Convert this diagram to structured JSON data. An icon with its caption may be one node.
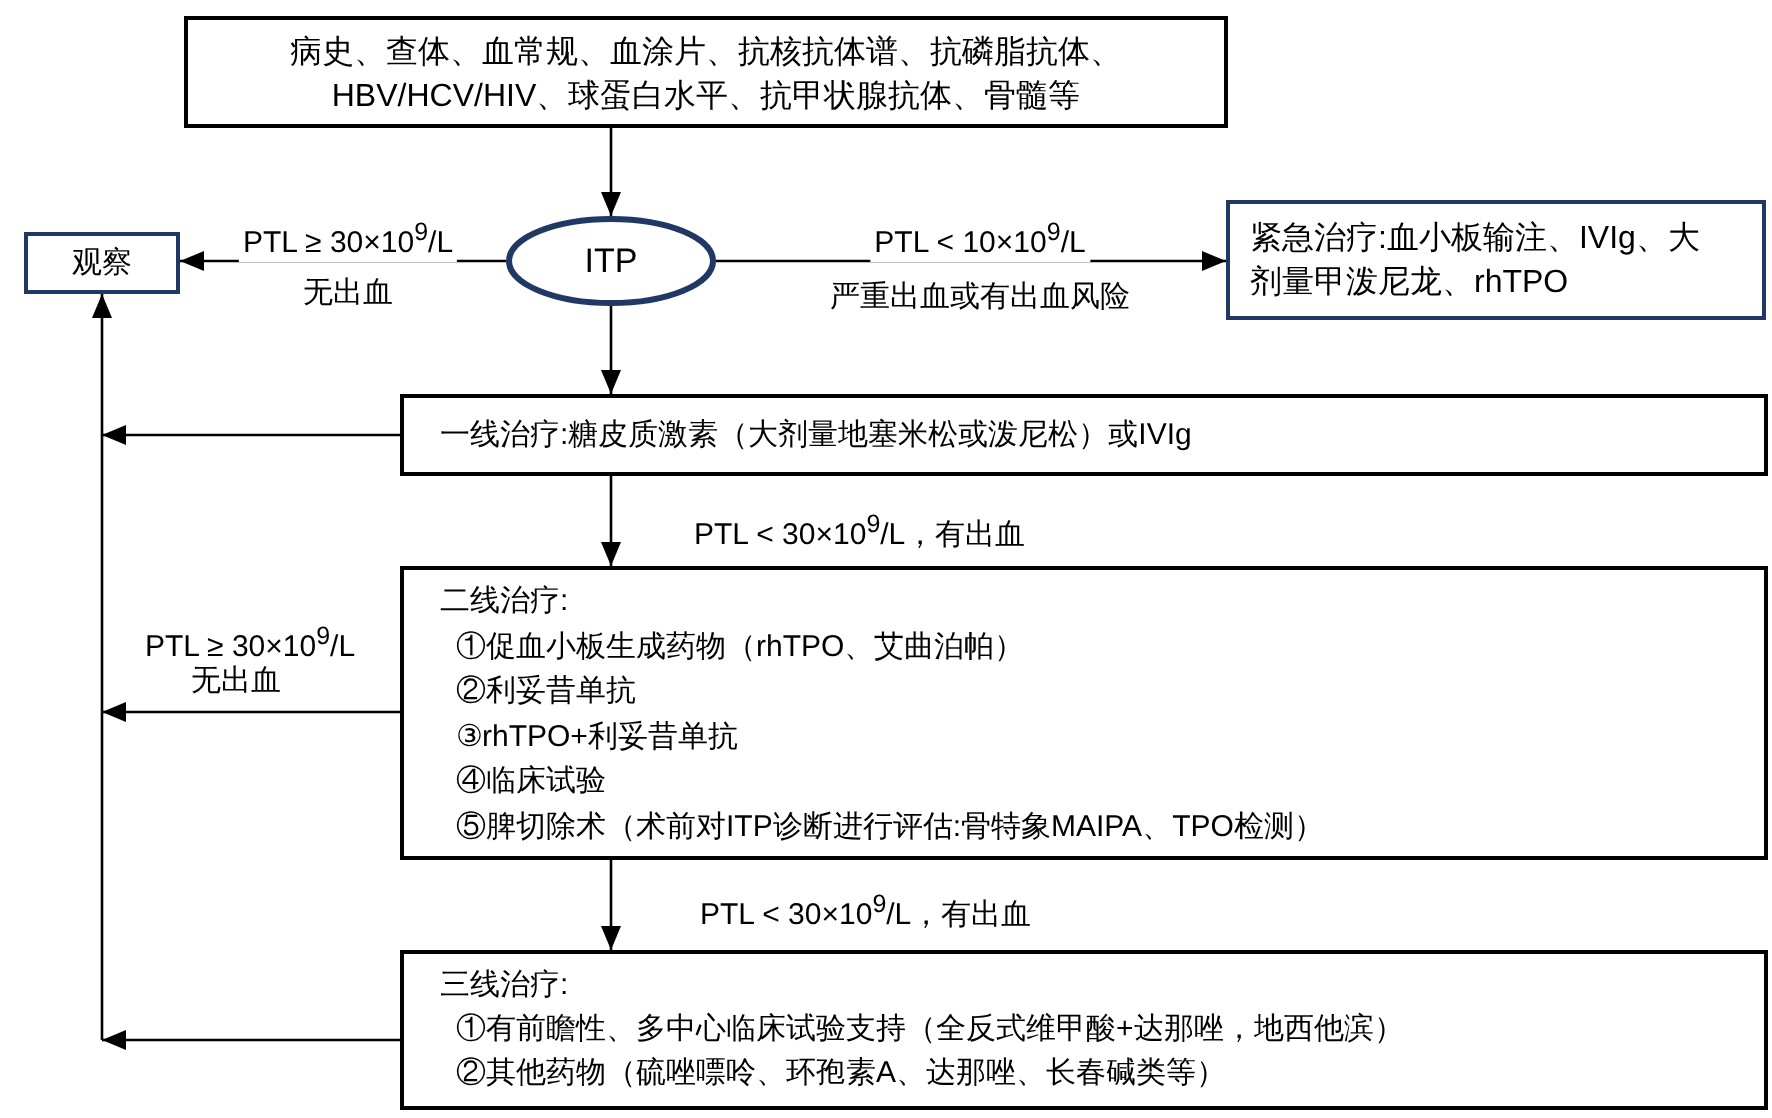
{
  "diagram": {
    "nodes": [
      {
        "text": [
          "病史、查体、血常规、血涂片、抗核抗体谱、抗磷脂抗体、HBV/HCV/HIV、球蛋白水平、抗甲状腺抗体、骨髓等"
        ]
      },
      {
        "text": [
          "ITP"
        ]
      },
      {
        "text": [
          "观察"
        ]
      },
      {
        "text": [
          "紧急治疗:血小板输注、IVIg、大剂量甲泼尼龙、rhTPO"
        ]
      },
      {
        "text": [
          "一线治疗:糖皮质激素（大剂量地塞米松或泼尼松）或IVIg"
        ]
      },
      {
        "text": [
          "二线治疗:",
          "①促血小板生成药物（rhTPO、艾曲泊帕）",
          "②利妥昔单抗",
          "③rhTPO+利妥昔单抗",
          "④临床试验",
          "⑤脾切除术（术前对ITP诊断进行评估:骨特象MAIPA、TPO检测）"
        ]
      },
      {
        "text": [
          "三线治疗:",
          "①有前瞻性、多中心临床试验支持（全反式维甲酸+达那唑，地西他滨）",
          "②其他药物（硫唑嘌呤、环孢素A、达那唑、长春碱类等）"
        ]
      }
    ],
    "edges": [
      {
        "from": 0,
        "to": 1,
        "arrow": "to"
      },
      {
        "from": 1,
        "to": 2,
        "arrow": "to",
        "label": "PTL ≥ 30×10$^{9}$/L"
      },
      {
        "from": 1,
        "to": 3,
        "arrow": "to",
        "label": "PTL < 10×10$^{9}$/L"
      },
      {
        "from": 1,
        "to": 4,
        "arrow": "to"
      },
      {
        "from": 4,
        "to": 5,
        "arrow": "to",
        "label": "PTL < 30×10$^{9}$/L，有出血"
      },
      {
        "from": 5,
        "to": 6,
        "arrow": "to",
        "label": "PTL < 30×10$^{9}$/L，有出血"
      },
      {
        "from": 4,
        "to": 2,
        "arrow": "to"
      },
      {
        "from": 5,
        "to": 2,
        "arrow": "to",
        "label": "PTL ≥ 30×10$^{9}$/L"
      },
      {
        "from": 6,
        "to": 2,
        "arrow": "to"
      }
    ],
    "labels": [
      "无出血",
      "严重出血或有出血风险",
      "无出血"
    ]
  }
}
